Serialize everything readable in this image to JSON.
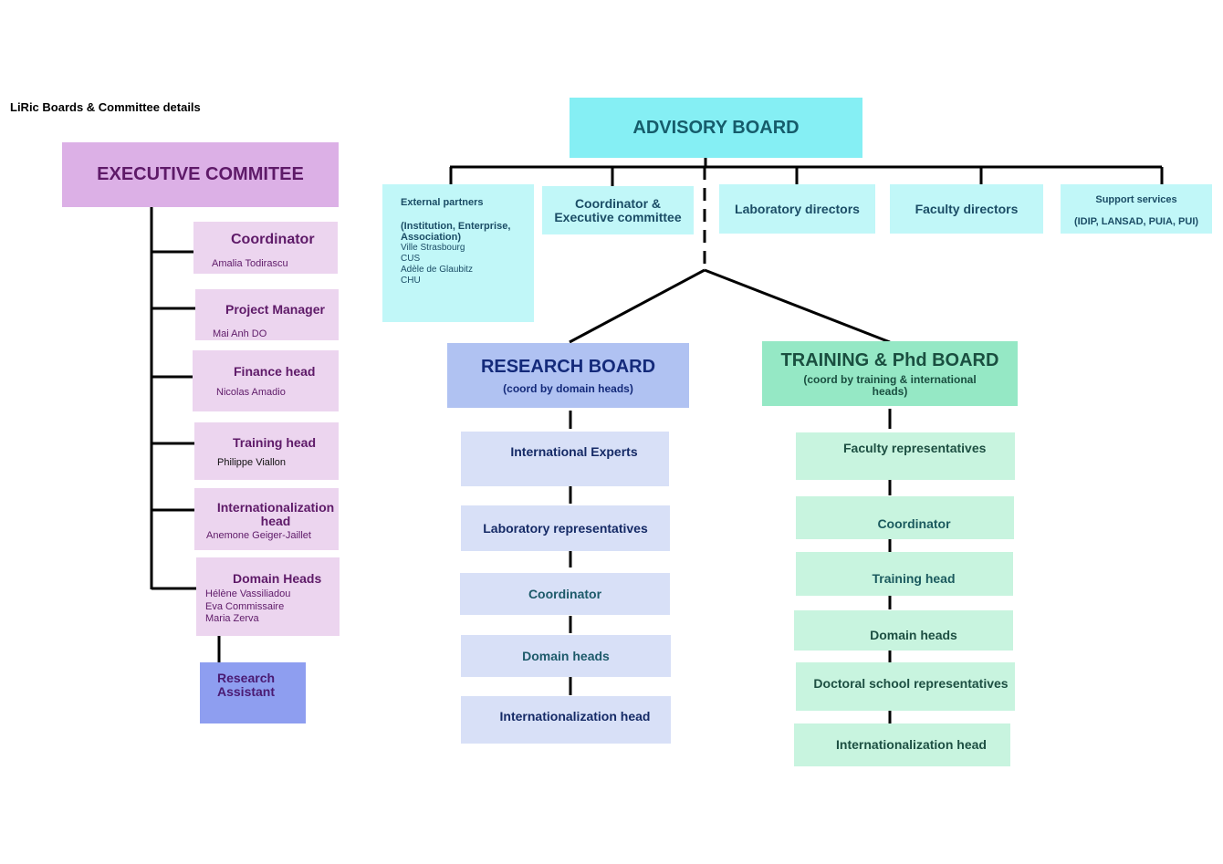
{
  "page_title": "LiRic Boards & Committee details",
  "executive": {
    "title": "EXECUTIVE COMMITEE",
    "coordinator": {
      "title": "Coordinator",
      "name": "Amalia Todirascu"
    },
    "project_manager": {
      "title": "Project Manager",
      "name": "Mai Anh DO"
    },
    "finance": {
      "title": "Finance head",
      "name": "Nicolas Amadio"
    },
    "training": {
      "title": "Training head",
      "name": "Philippe Viallon"
    },
    "internationalization": {
      "title": "Internationalization head",
      "name": "Anemone Geiger-Jaillet"
    },
    "domain": {
      "title": "Domain Heads",
      "names": [
        "Hélène Vassiliadou",
        "Eva Commissaire",
        "Maria Zerva"
      ]
    },
    "research_assistant": "Research Assistant"
  },
  "advisory": {
    "title": "ADVISORY BOARD",
    "external": {
      "title": "External partners",
      "subtitle": "(Institution, Enterprise, Association)",
      "items": [
        "Ville Strasbourg",
        "CUS",
        "Adèle de Glaubitz",
        "CHU"
      ]
    },
    "coordinator": "Coordinator & Executive committee",
    "lab_directors": "Laboratory directors",
    "faculty_directors": "Faculty directors",
    "support": {
      "title": "Support services",
      "subtitle": "(IDIP, LANSAD, PUIA, PUI)"
    }
  },
  "research": {
    "title": "RESEARCH BOARD",
    "subtitle": "(coord by domain heads)",
    "items": [
      "International Experts",
      "Laboratory representatives",
      "Coordinator",
      "Domain heads",
      "Internationalization head"
    ]
  },
  "training": {
    "title": "TRAINING & Phd BOARD",
    "subtitle": "(coord by training & international heads)",
    "items": [
      "Faculty representatives",
      "Coordinator",
      "Training head",
      "Domain heads",
      "Doctoral school representatives",
      "Internationalization head"
    ]
  },
  "colors": {
    "exec_header": "#dcb0e6",
    "exec_box": "#ecd5ef",
    "research_assistant": "#8e9ef0",
    "advisory_header": "#85eff4",
    "advisory_box": "#c1f7f8",
    "research_header": "#b0c2f2",
    "research_box": "#d8e0f7",
    "training_header": "#95e8c5",
    "training_box": "#c8f4df"
  }
}
